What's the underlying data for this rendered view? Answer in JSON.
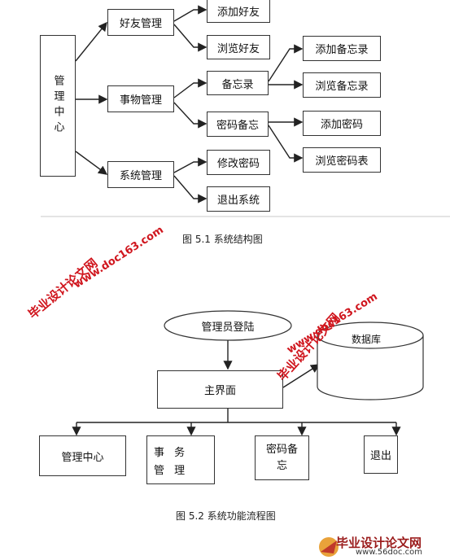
{
  "diagram1": {
    "nodes": {
      "manage_center": "管理中心",
      "friend_mgmt": "好友管理",
      "add_friend": "添加好友",
      "browse_friend": "浏览好友",
      "affair_mgmt": "事物管理",
      "memo": "备忘录",
      "add_memo": "添加备忘录",
      "browse_memo": "浏览备忘录",
      "pwd_memo": "密码备忘",
      "add_pwd": "添加密码",
      "browse_pwd": "浏览密码表",
      "sys_mgmt": "系统管理",
      "change_pwd": "修改密码",
      "logout": "退出系统"
    },
    "caption": "图 5.1 系统结构图"
  },
  "diagram2": {
    "nodes": {
      "admin_login": "管理员登陆",
      "main_ui": "主界面",
      "database": "数据库",
      "manage_center": "管理中心",
      "affair_mgmt": "事 务 管 理",
      "pwd_memo": "密码备忘",
      "exit": "退出"
    },
    "caption": "图 5.2 系统功能流程图"
  },
  "watermarks": {
    "cn": "毕业设计论文网",
    "url": "www.doc163.com"
  },
  "footer_logo": {
    "title": "毕业设计论文网",
    "url": "www.56doc.com"
  }
}
